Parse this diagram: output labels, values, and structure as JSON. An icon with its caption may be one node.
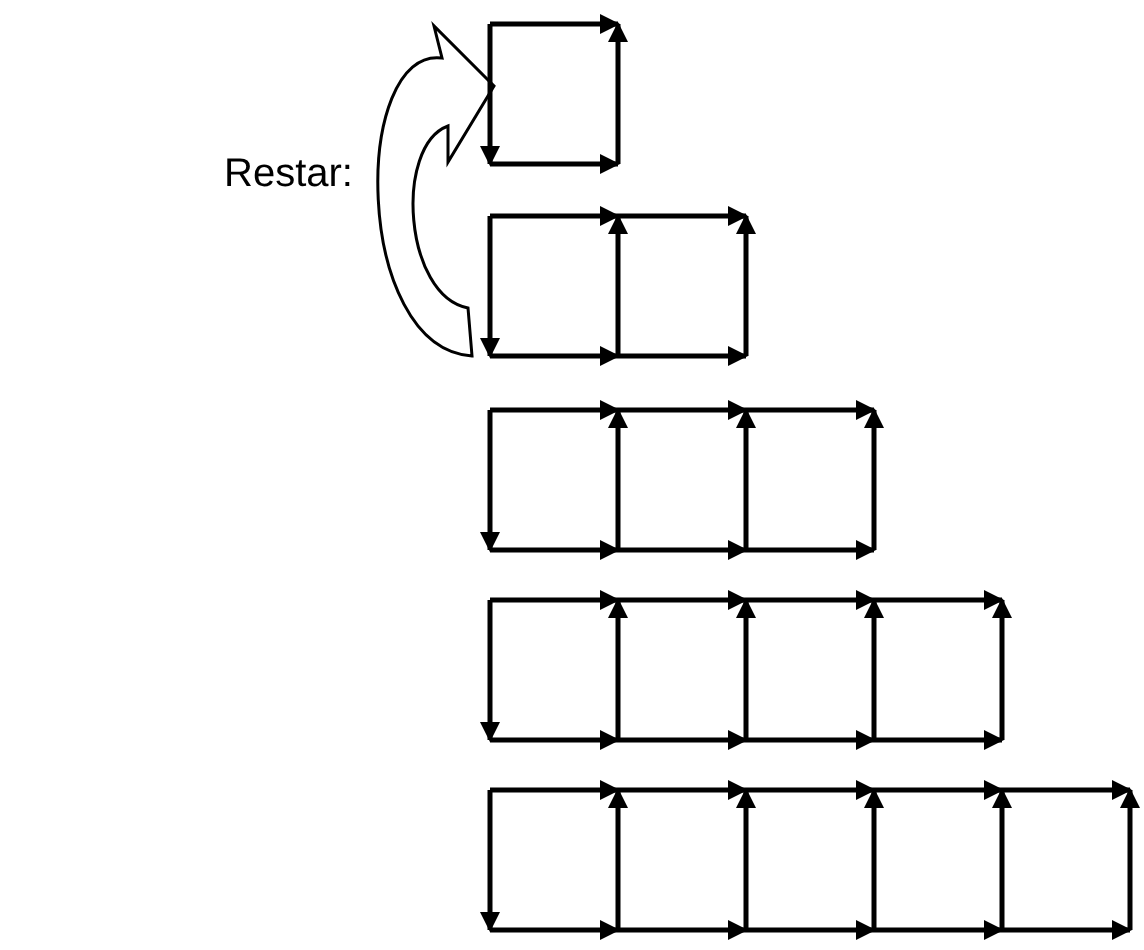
{
  "diagram": {
    "nodes": [
      {
        "text": [],
        "shape": "picture"
      },
      {
        "text": [],
        "shape": "picture"
      },
      {
        "text": [],
        "shape": "picture"
      },
      {
        "text": [],
        "shape": "picture"
      },
      {
        "text": [],
        "shape": "picture"
      }
    ],
    "edges": [
      {
        "from": 1,
        "to": 0,
        "arrow": "to"
      }
    ],
    "labels": [
      "Restar:"
    ]
  }
}
